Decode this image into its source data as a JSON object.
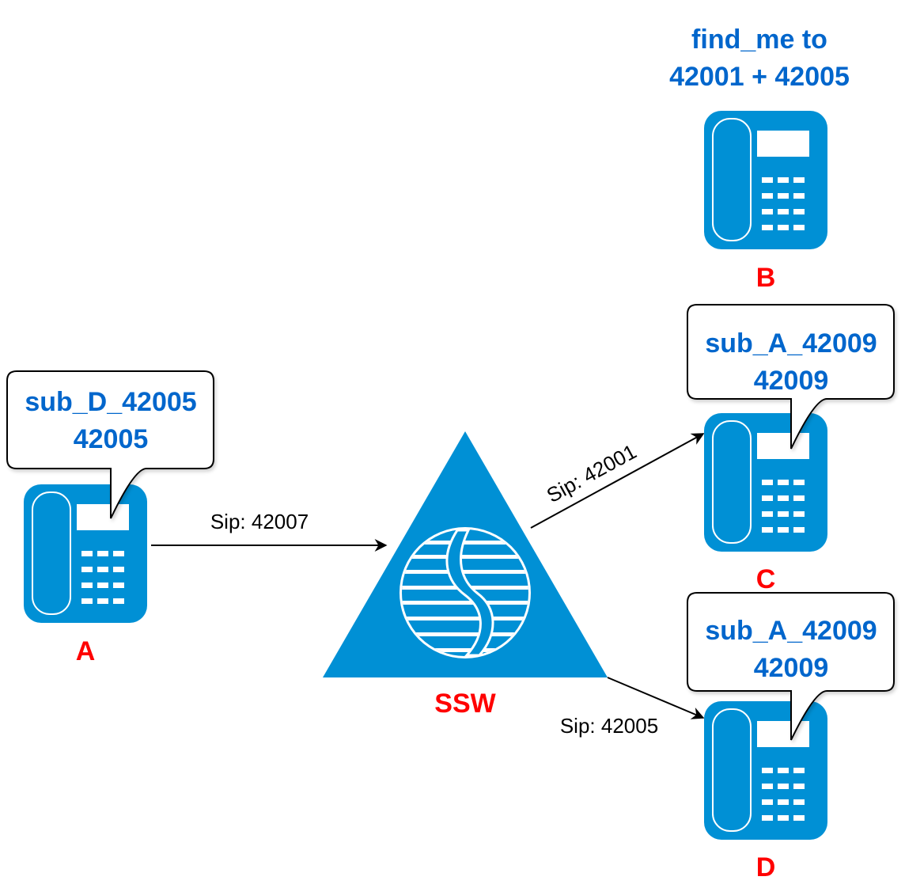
{
  "colors": {
    "device_blue": "#0090D5",
    "label_blue": "#0066CC",
    "node_label_red": "#FF0000",
    "edge": "#000000",
    "callout_border": "#000000",
    "background": "#FFFFFF"
  },
  "nodes": {
    "A": {
      "label": "A",
      "icon": "ip-phone-icon",
      "callout": {
        "line1": "sub_D_42005",
        "line2": "42005"
      }
    },
    "B": {
      "label": "B",
      "icon": "ip-phone-icon",
      "caption": {
        "line1": "find_me to",
        "line2": "42001 + 42005"
      }
    },
    "C": {
      "label": "C",
      "icon": "ip-phone-icon",
      "callout": {
        "line1": "sub_A_42009",
        "line2": "42009"
      }
    },
    "D": {
      "label": "D",
      "icon": "ip-phone-icon",
      "callout": {
        "line1": "sub_A_42009",
        "line2": "42009"
      }
    },
    "SSW": {
      "label": "SSW",
      "icon": "softswitch-icon"
    }
  },
  "edges": [
    {
      "from": "A",
      "to": "SSW",
      "label": "Sip: 42007"
    },
    {
      "from": "SSW",
      "to": "C",
      "label": "Sip: 42001"
    },
    {
      "from": "SSW",
      "to": "D",
      "label": "Sip: 42005"
    }
  ]
}
